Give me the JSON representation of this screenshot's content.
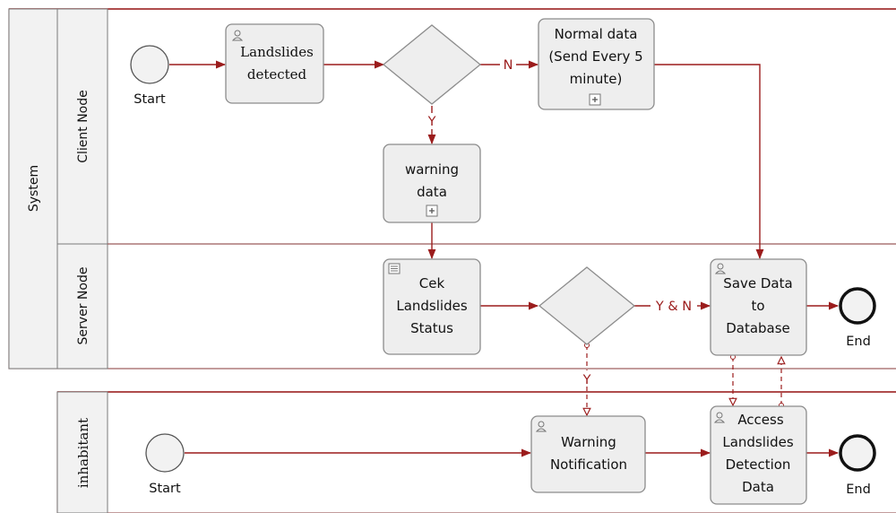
{
  "pools": {
    "system": {
      "label": "System",
      "lanes": [
        {
          "label": "Client Node"
        },
        {
          "label": "Server Node"
        }
      ]
    },
    "inhabitant": {
      "label": "inhabitant"
    }
  },
  "events": {
    "start_client": "Start",
    "end_server": "End",
    "start_inhabitant": "Start",
    "end_inhabitant": "End"
  },
  "tasks": {
    "landslides_detected": [
      "Landslides",
      "detected"
    ],
    "normal_data": [
      "Normal data",
      "(Send Every 5",
      "minute)"
    ],
    "warning_data": [
      "warning",
      "data"
    ],
    "cek_status": [
      "Cek",
      "Landslides",
      "Status"
    ],
    "save_data": [
      "Save Data",
      "to",
      "Database"
    ],
    "warning_notification": [
      "Warning",
      "Notification"
    ],
    "access_data": [
      "Access",
      "Landslides",
      "Detection",
      "Data"
    ]
  },
  "flow_labels": {
    "n": "N",
    "y_top": "Y",
    "y_and_n": "Y & N",
    "y_bottom": "Y"
  }
}
